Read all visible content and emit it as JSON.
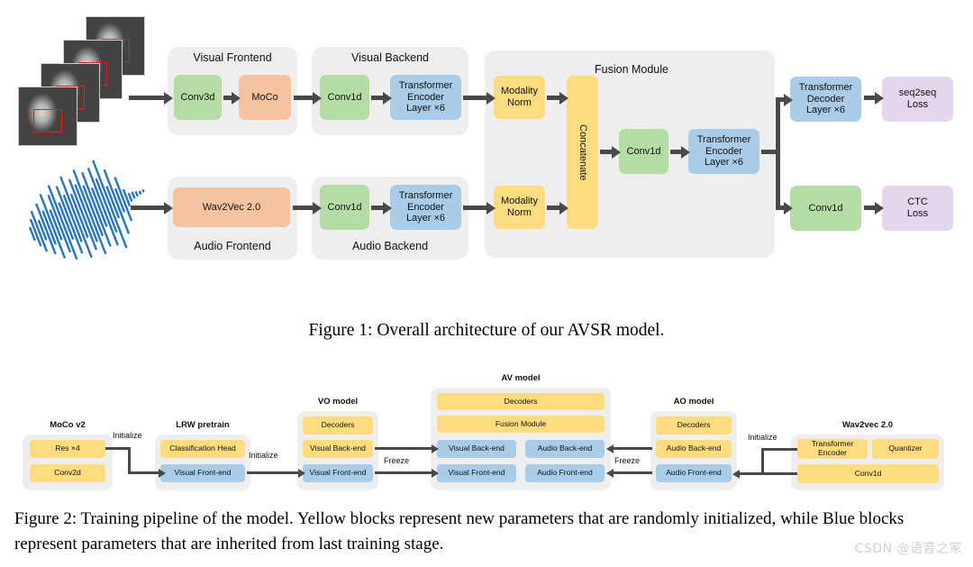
{
  "figure1": {
    "caption": "Figure 1: Overall architecture of our AVSR model.",
    "inputs": {
      "video_frames_label": "video-frames",
      "waveform_label": "audio-waveform",
      "frame_count": 4
    },
    "groups": [
      {
        "id": "visual_frontend",
        "label": "Visual Frontend",
        "label_pos": "top"
      },
      {
        "id": "visual_backend",
        "label": "Visual Backend",
        "label_pos": "top"
      },
      {
        "id": "fusion_module",
        "label": "Fusion Module",
        "label_pos": "top"
      },
      {
        "id": "audio_frontend",
        "label": "Audio Frontend",
        "label_pos": "bottom"
      },
      {
        "id": "audio_backend",
        "label": "Audio Backend",
        "label_pos": "bottom"
      }
    ],
    "blocks": {
      "conv3d": "Conv3d",
      "moco": "MoCo",
      "visual_conv1d": "Conv1d",
      "visual_transformer_encoder": "Transformer\nEncoder\nLayer ×6",
      "wav2vec": "Wav2Vec 2.0",
      "audio_conv1d": "Conv1d",
      "audio_transformer_encoder": "Transformer\nEncoder\nLayer ×6",
      "modality_norm_visual": "Modality\nNorm",
      "modality_norm_audio": "Modality\nNorm",
      "concatenate": "Concatenate",
      "fusion_conv1d": "Conv1d",
      "fusion_transformer_encoder": "Transformer\nEncoder\nLayer ×6",
      "transformer_decoder": "Transformer\nDecoder\nLayer ×6",
      "ctc_conv1d": "Conv1d",
      "seq2seq_loss": "seq2seq\nLoss",
      "ctc_loss": "CTC\nLoss"
    },
    "colors": {
      "green": "#b6dca5",
      "orange": "#f5c3a0",
      "blue": "#a9cde9",
      "yellow": "#ffdc7f",
      "purple": "#e3d6ed",
      "group_bg": "#eeeeee",
      "arrow": "#494949",
      "roi_box": "#e02020",
      "waveform": "#2a74bb"
    }
  },
  "figure2": {
    "caption_line1": "Figure 2: Training pipeline of the model.  Yellow blocks represent new parameters that are randomly initialized,",
    "caption_line2": "while Blue blocks represent parameters that are inherited from last training stage.",
    "stages": [
      {
        "id": "moco_v2",
        "title": "MoCo v2",
        "blocks": [
          {
            "label": "Res ×4",
            "color": "yellow"
          },
          {
            "label": "Conv2d",
            "color": "yellow"
          }
        ]
      },
      {
        "id": "lrw_pretrain",
        "title": "LRW pretrain",
        "blocks": [
          {
            "label": "Classification Head",
            "color": "yellow"
          },
          {
            "label": "Visual Front-end",
            "color": "blue"
          }
        ]
      },
      {
        "id": "vo_model",
        "title": "VO model",
        "blocks": [
          {
            "label": "Decoders",
            "color": "yellow"
          },
          {
            "label": "Visual Back-end",
            "color": "yellow"
          },
          {
            "label": "Visual Front-end",
            "color": "blue"
          }
        ]
      },
      {
        "id": "av_model",
        "title": "AV model",
        "blocks": [
          {
            "label": "Decoders",
            "color": "yellow"
          },
          {
            "label": "Fusion Module",
            "color": "yellow"
          },
          {
            "label": "Visual Back-end",
            "color": "blue"
          },
          {
            "label": "Audio Back-end",
            "color": "blue"
          },
          {
            "label": "Visual Front-end",
            "color": "blue"
          },
          {
            "label": "Audio Front-end",
            "color": "blue"
          }
        ]
      },
      {
        "id": "ao_model",
        "title": "AO model",
        "blocks": [
          {
            "label": "Decoders",
            "color": "yellow"
          },
          {
            "label": "Audio Back-end",
            "color": "yellow"
          },
          {
            "label": "Audio Front-end",
            "color": "blue"
          }
        ]
      },
      {
        "id": "wav2vec",
        "title": "Wav2vec 2.0",
        "blocks": [
          {
            "label": "Transformer\nEncoder",
            "color": "yellow"
          },
          {
            "label": "Quantizer",
            "color": "yellow"
          },
          {
            "label": "Conv1d",
            "color": "yellow"
          }
        ]
      }
    ],
    "edge_labels": {
      "initialize_1": "Initialize",
      "initialize_2": "Initialize",
      "freeze_1": "Freeze",
      "freeze_2": "Freeze",
      "initialize_3": "Initialize"
    }
  },
  "watermark": {
    "text": "CSDN @语音之家"
  }
}
